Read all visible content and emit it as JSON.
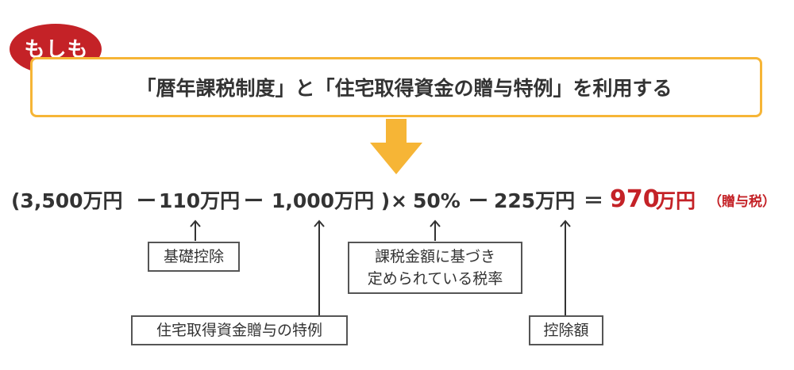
{
  "badge": {
    "label": "もしも"
  },
  "banner": {
    "text": "「暦年課税制度」と「住宅取得資金の贈与特例」を利用する"
  },
  "formula": {
    "open": "(3,500万円",
    "minus1": "ー",
    "term2": "110万円",
    "minus2": "ー",
    "term3": "1,000万円 )",
    "times": "×",
    "rate": "50%",
    "minus3": "ー",
    "term5": "225万円",
    "equals": "＝",
    "result_value": "970",
    "result_unit": "万円",
    "result_note": "（贈与税）"
  },
  "labels": {
    "basic_deduction": "基礎控除",
    "housing_special": "住宅取得資金贈与の特例",
    "tax_rate_line1": "課税金額に基づき",
    "tax_rate_line2": "定められている税率",
    "deduction_amount": "控除額"
  },
  "colors": {
    "accent_red": "#c42227",
    "banner_border": "#f6b536",
    "arrow_orange": "#f6b536",
    "text": "#333333"
  }
}
